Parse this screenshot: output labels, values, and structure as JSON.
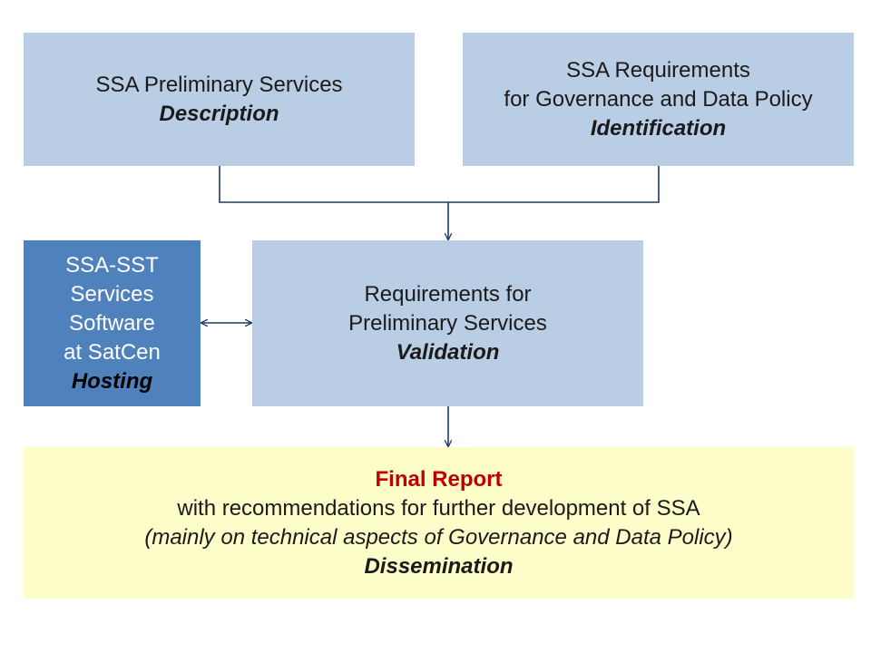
{
  "boxes": {
    "description": {
      "line1": "SSA Preliminary Services",
      "emphasis": "Description"
    },
    "identification": {
      "line1": "SSA Requirements",
      "line2": "for Governance and Data Policy",
      "emphasis": "Identification"
    },
    "hosting": {
      "line1": "SSA-SST",
      "line2": "Services",
      "line3": "Software",
      "line4": "at SatCen",
      "emphasis": "Hosting"
    },
    "validation": {
      "line1": "Requirements for",
      "line2": "Preliminary Services",
      "emphasis": "Validation"
    },
    "final": {
      "title": "Final Report",
      "line1": "with recommendations for further development of SSA",
      "line2": "(mainly on technical aspects of Governance and Data Policy)",
      "emphasis": "Dissemination"
    }
  },
  "colors": {
    "light_box": "#b9cde5",
    "dark_box": "#4f81bd",
    "final_box": "#fdfdc9",
    "title_red": "#c00000",
    "connector": "#1f3864"
  }
}
